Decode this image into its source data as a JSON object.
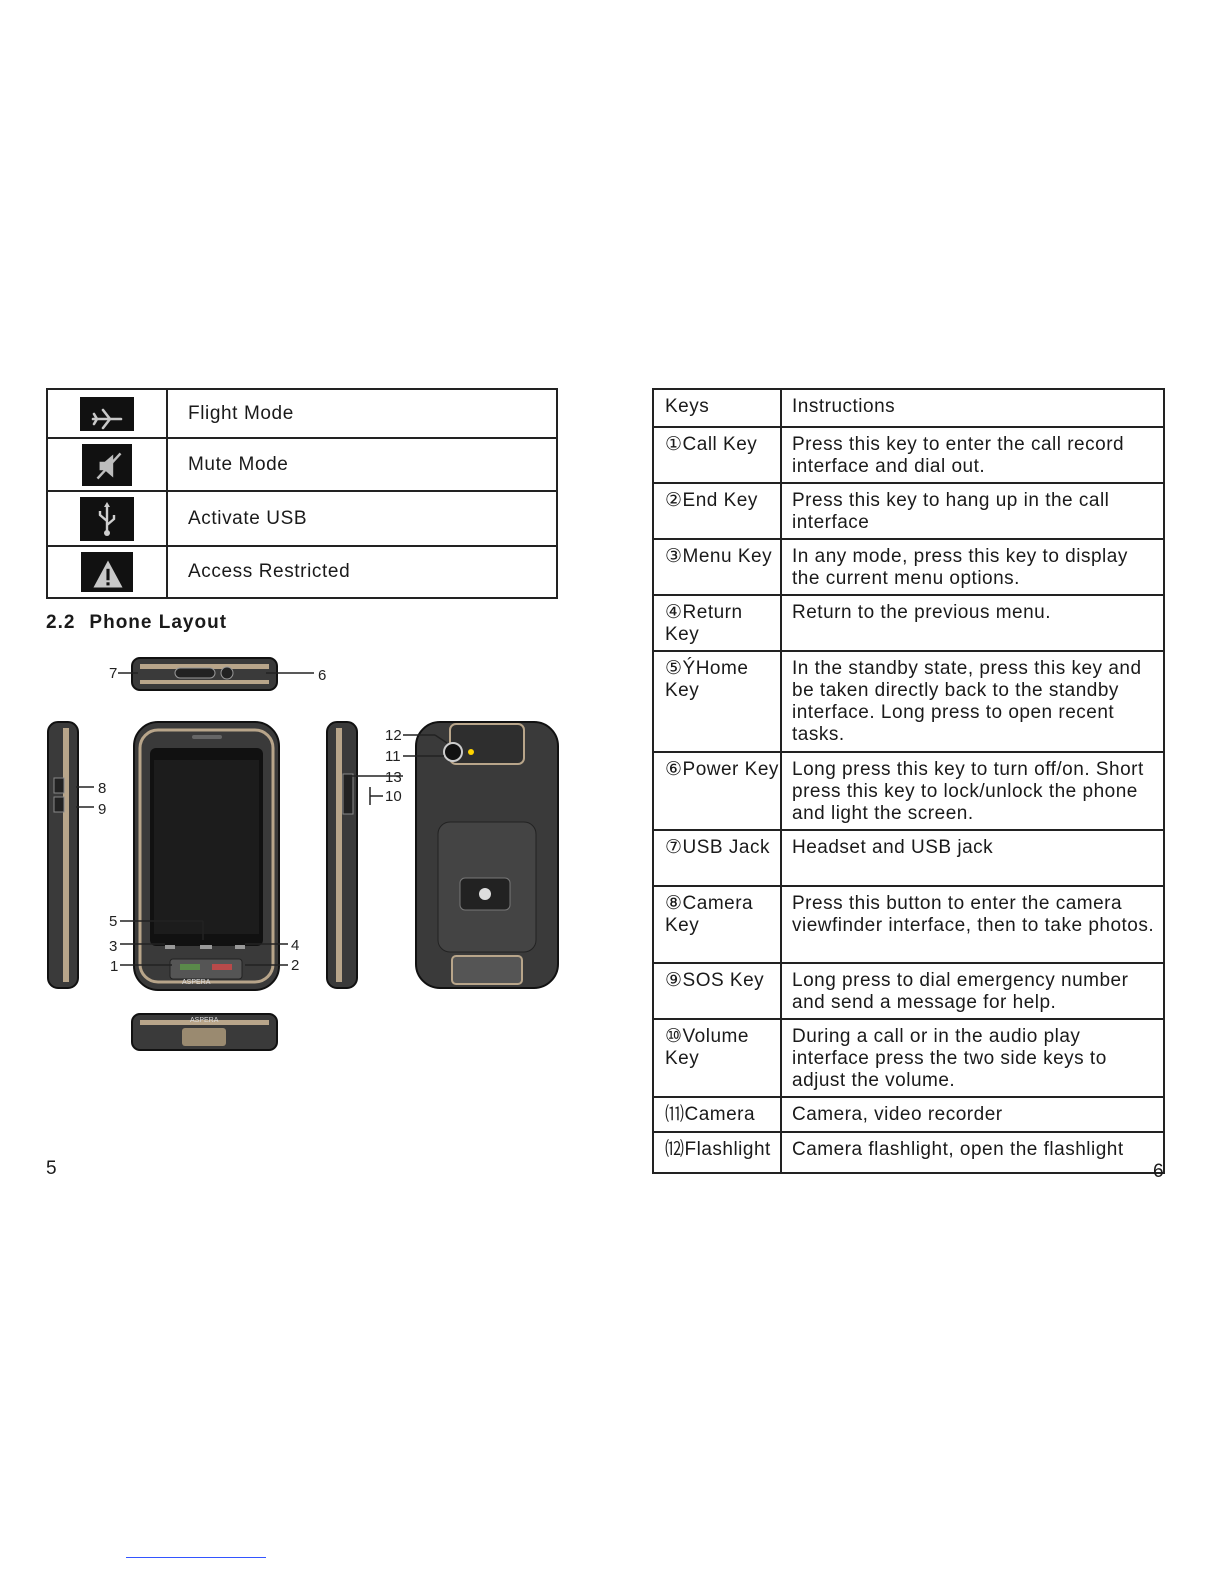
{
  "status_icons": [
    {
      "icon": "airplane-icon",
      "label": "Flight Mode"
    },
    {
      "icon": "mute-icon",
      "label": "Mute Mode"
    },
    {
      "icon": "usb-icon",
      "label": "Activate USB"
    },
    {
      "icon": "warning-icon",
      "label": "Access Restricted"
    }
  ],
  "section": {
    "number": "2.2",
    "title": "Phone Layout"
  },
  "callouts": [
    "1",
    "2",
    "3",
    "4",
    "5",
    "6",
    "7",
    "8",
    "9",
    "10",
    "11",
    "12",
    "13"
  ],
  "brand": "ASPERA",
  "keys_table": {
    "header": {
      "key": "Keys",
      "instruction": "Instructions"
    },
    "rows": [
      {
        "key": "①Call Key",
        "instruction": "Press this key to enter the call record interface and dial out."
      },
      {
        "key": "②End Key",
        "instruction": "Press this key to hang up in the call interface"
      },
      {
        "key": "③Menu Key",
        "instruction": "In any mode, press this key to display the current menu options."
      },
      {
        "key": "④Return Key",
        "instruction": "Return to the previous menu."
      },
      {
        "key": "⑤ÝHome Key",
        "instruction": "In the standby state, press this key and be taken directly back to the standby interface. Long press to open recent tasks."
      },
      {
        "key": "⑥Power Key",
        "instruction": "Long press this key to turn off/on. Short press this key to lock/unlock the phone and light the screen."
      },
      {
        "key": "⑦USB Jack",
        "instruction": "Headset and USB jack"
      },
      {
        "key": "⑧Camera Key",
        "instruction": "Press this button to enter the camera viewfinder interface, then to take photos."
      },
      {
        "key": "⑨SOS Key",
        "instruction": "Long press to dial emergency number and send a message for help."
      },
      {
        "key": "⑩Volume Key",
        "instruction": "During a call or in the audio play interface press the two side keys to adjust the volume."
      },
      {
        "key": "⑾Camera",
        "instruction": "Camera, video recorder"
      },
      {
        "key": "⑿Flashlight",
        "instruction": "Camera flashlight, open the flashlight"
      }
    ]
  },
  "page_numbers": {
    "left": "5",
    "right": "6"
  }
}
